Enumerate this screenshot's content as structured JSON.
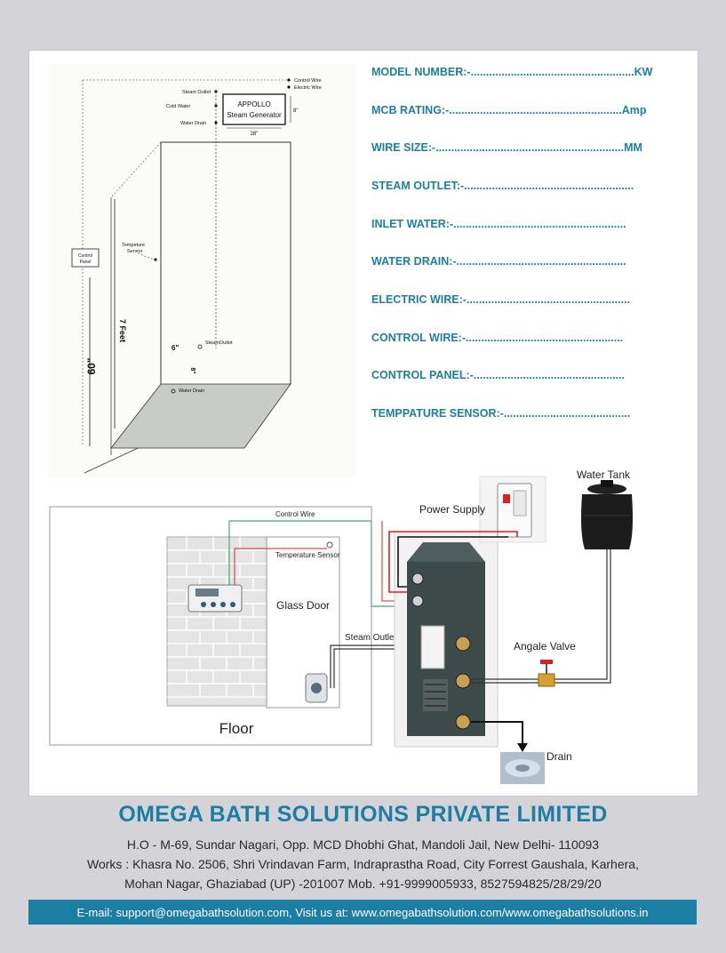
{
  "specs": [
    "MODEL NUMBER:-.....................................................KW",
    "MCB RATING:-........................................................Amp",
    "WIRE SIZE:-.............................................................MM",
    "STEAM OUTLET:-.......................................................",
    "INLET WATER:-........................................................",
    "WATER DRAIN:-.......................................................",
    "ELECTRIC WIRE:-.....................................................",
    "CONTROL WIRE:-...................................................",
    "CONTROL PANEL:-.................................................",
    "TEMPPATURE SENSOR:-........................................."
  ],
  "sketch": {
    "generator_line1": "APPOLLO",
    "generator_line2": "Steam Generator",
    "control_wire": "Control Wire",
    "electric_wire": "Electric Wire",
    "steam_outlet": "Steam Outlet",
    "cold_water": "Cold Water",
    "water_drain_top": "Water Drain",
    "width_dim": "28\"",
    "height_dim": "8\"",
    "control_panel_line1": "Control",
    "control_panel_line2": "Panel",
    "temp_sensor_line1": "Tempeture",
    "temp_sensor_line2": "Sensor",
    "seven_feet": "7 Feet",
    "sixty": "60\"",
    "six": "6\"",
    "eight": "8\"",
    "steam_outlet_low": "SteamOutlet",
    "water_drain_floor": "Water Drain"
  },
  "diagram": {
    "control_wire": "Control Wire",
    "temperature_sensor": "Temperature Sensor",
    "glass_door": "Glass Door",
    "steam_outlet": "Steam Outlet",
    "floor": "Floor",
    "power_supply": "Power Supply",
    "water_tank": "Water Tank",
    "angle_valve": "Angale Valve",
    "drain": "Drain"
  },
  "company": {
    "name": "OMEGA BATH SOLUTIONS PRIVATE LIMITED",
    "address_line1": "H.O - M-69, Sundar Nagari, Opp. MCD Dhobhi Ghat, Mandoli Jail, New Delhi- 110093",
    "address_line2": "Works : Khasra No. 2506, Shri Vrindavan Farm, Indraprastha Road, City Forrest Gaushala, Karhera,",
    "address_line3": "Mohan Nagar, Ghaziabad (UP) -201007  Mob. +91-9999005933, 8527594825/28/29/20",
    "footer": "E-mail: support@omegabathsolution.com, Visit us at: www.omegabathsolution.com/www.omegabathsolutions.in"
  },
  "colors": {
    "brand": "#1d7ea4",
    "generator": "#3c4a4a",
    "control_wire": "#3cb07a",
    "power_wire": "#e02020"
  }
}
